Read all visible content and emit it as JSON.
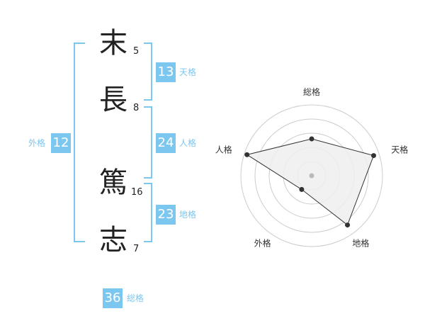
{
  "name_chars": [
    {
      "char": "末",
      "strokes": "5"
    },
    {
      "char": "長",
      "strokes": "8"
    },
    {
      "char": "篤",
      "strokes": "16"
    },
    {
      "char": "志",
      "strokes": "7"
    }
  ],
  "fortunes": {
    "tenkaku": {
      "value": "13",
      "label": "天格"
    },
    "jinkaku": {
      "value": "24",
      "label": "人格"
    },
    "chikaku": {
      "value": "23",
      "label": "地格"
    },
    "gaikaku": {
      "value": "12",
      "label": "外格"
    },
    "soukaku": {
      "value": "36",
      "label": "総格"
    }
  },
  "chart_data": {
    "type": "radar",
    "axes": [
      "総格",
      "天格",
      "地格",
      "外格",
      "人格"
    ],
    "values": [
      2.6,
      4.6,
      4.3,
      1.2,
      4.8
    ],
    "max": 5,
    "rings": 5,
    "colors": {
      "fill": "#eeeeee",
      "line": "#333333",
      "grid": "#cccccc",
      "center": "#bbbbbb"
    }
  }
}
